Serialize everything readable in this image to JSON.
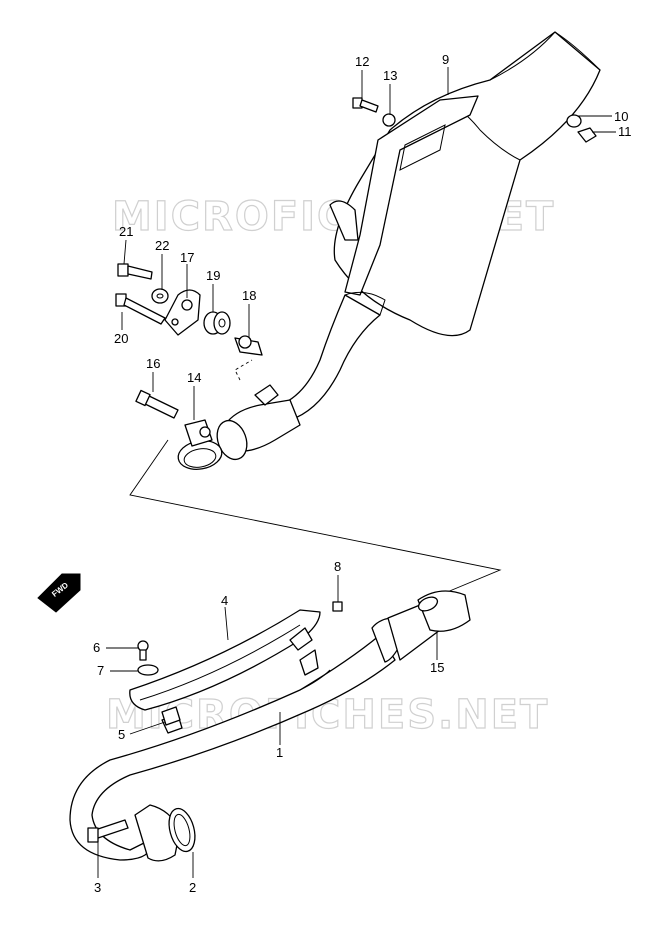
{
  "watermark": "MICROFICHES.NET",
  "fwd_label": "FWD",
  "callouts": {
    "c1": "1",
    "c2": "2",
    "c3": "3",
    "c4": "4",
    "c5": "5",
    "c6": "6",
    "c7": "7",
    "c8": "8",
    "c9": "9",
    "c10": "10",
    "c11": "11",
    "c12": "12",
    "c13": "13",
    "c14": "14",
    "c15": "15",
    "c16": "16",
    "c17": "17",
    "c18": "18",
    "c19": "19",
    "c20": "20",
    "c21": "21",
    "c22": "22"
  },
  "colors": {
    "line": "#000000",
    "watermark": "#d0d0d0",
    "background": "#ffffff"
  }
}
